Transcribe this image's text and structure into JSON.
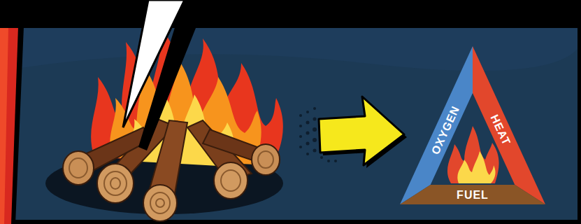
{
  "diagram": {
    "nodes": [
      {
        "text": [
          "OXYGEN"
        ]
      },
      {
        "text": [
          "HEAT"
        ]
      },
      {
        "text": [
          "FUEL"
        ]
      }
    ]
  }
}
